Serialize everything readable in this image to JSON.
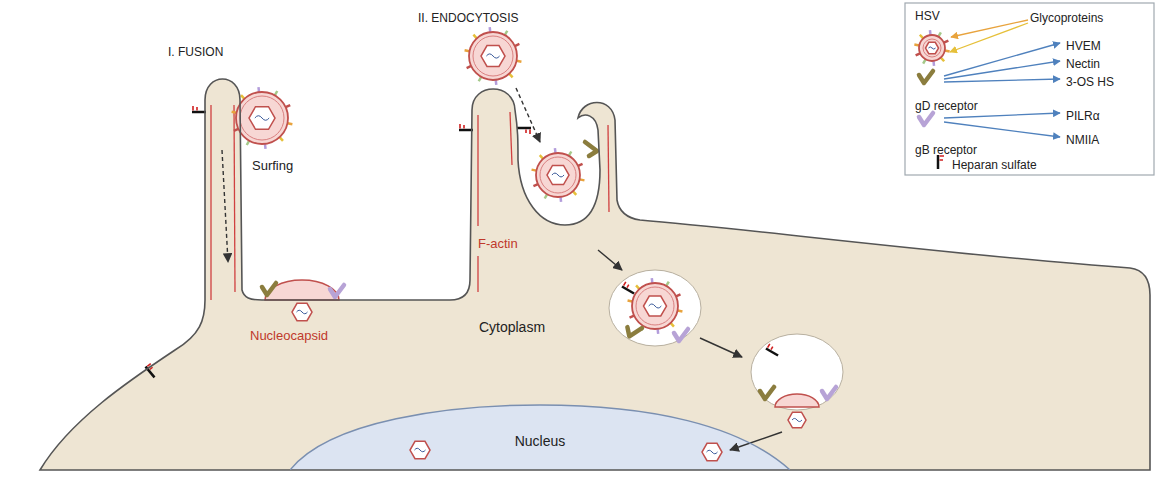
{
  "diagram": {
    "nodes": [
      {
        "text": [
          "Cytoplasm"
        ]
      },
      {
        "text": [
          "Nucleus"
        ],
        "in": 0
      }
    ],
    "labels": [
      "I. FUSION",
      "II. ENDOCYTOSIS",
      "Surfing",
      "Nucleocapsid",
      "F-actin"
    ],
    "legend": [
      {
        "text": "HSV"
      },
      {
        "text": "Glycoproteins"
      },
      {
        "text": "HVEM"
      },
      {
        "text": "Nectin"
      },
      {
        "text": "3-OS HS"
      },
      {
        "text": "gD receptor"
      },
      {
        "text": "PILRα"
      },
      {
        "text": "NMIIA"
      },
      {
        "text": "gB receptor"
      },
      {
        "text": "Heparan sulfate"
      }
    ]
  }
}
